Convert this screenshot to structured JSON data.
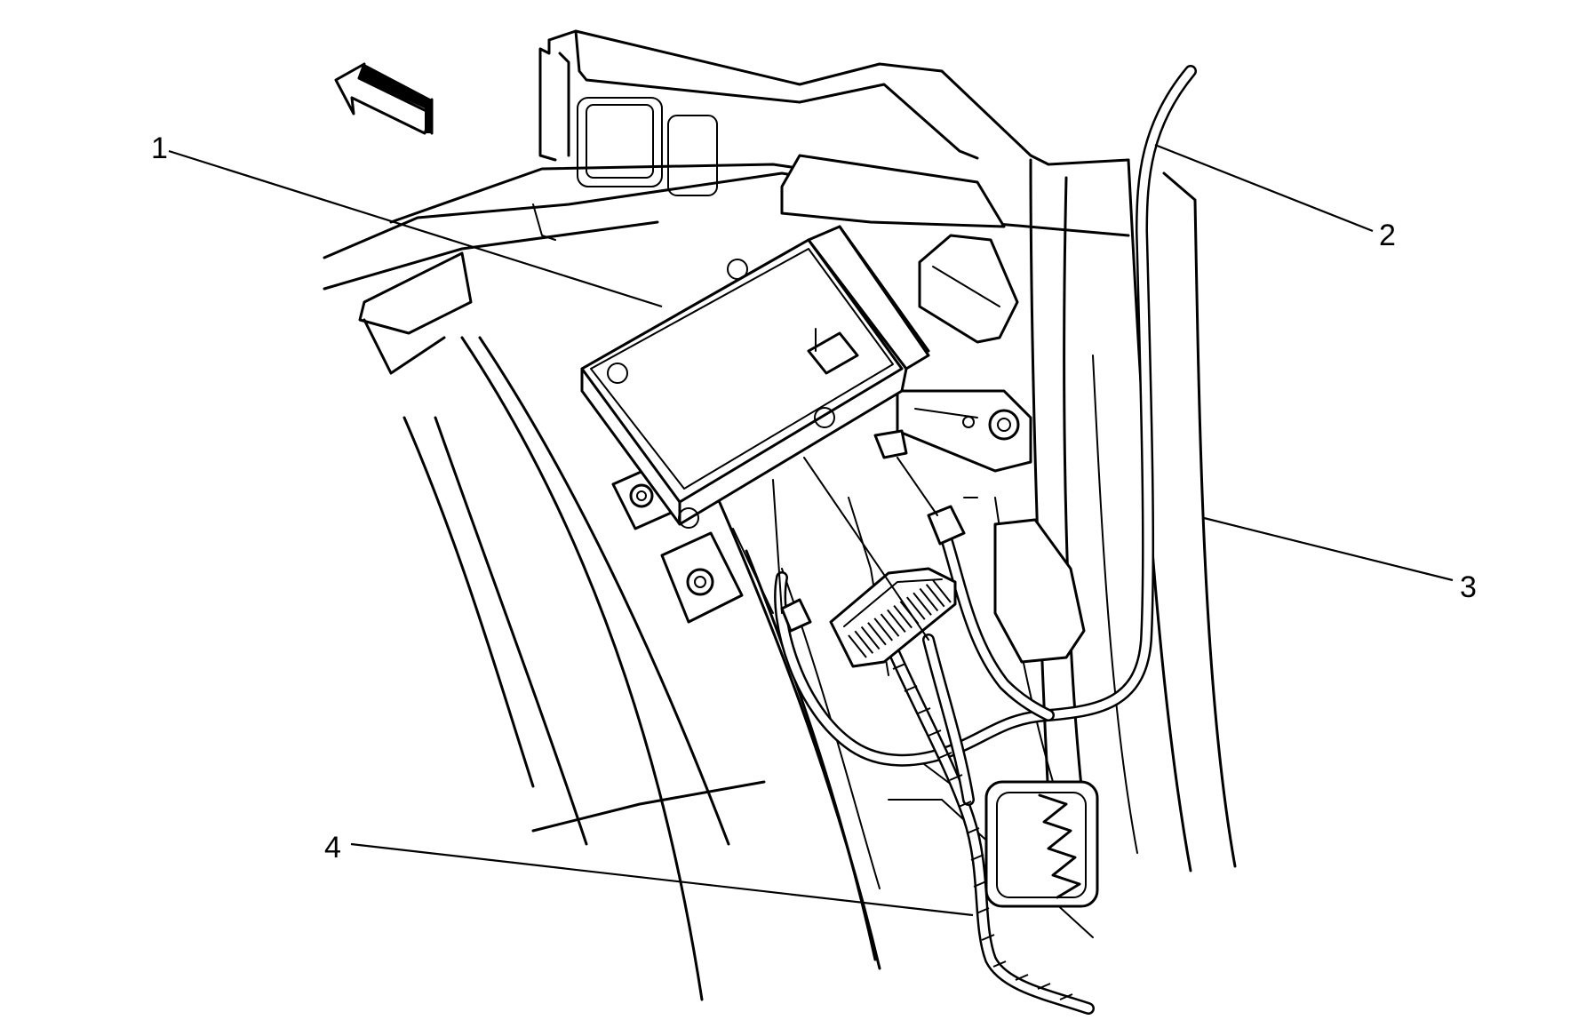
{
  "diagram": {
    "callouts": [
      {
        "id": "1",
        "label": "1"
      },
      {
        "id": "2",
        "label": "2"
      },
      {
        "id": "3",
        "label": "3"
      },
      {
        "id": "4",
        "label": "4"
      }
    ],
    "direction_arrow_icon": "forward-arrow-icon"
  }
}
